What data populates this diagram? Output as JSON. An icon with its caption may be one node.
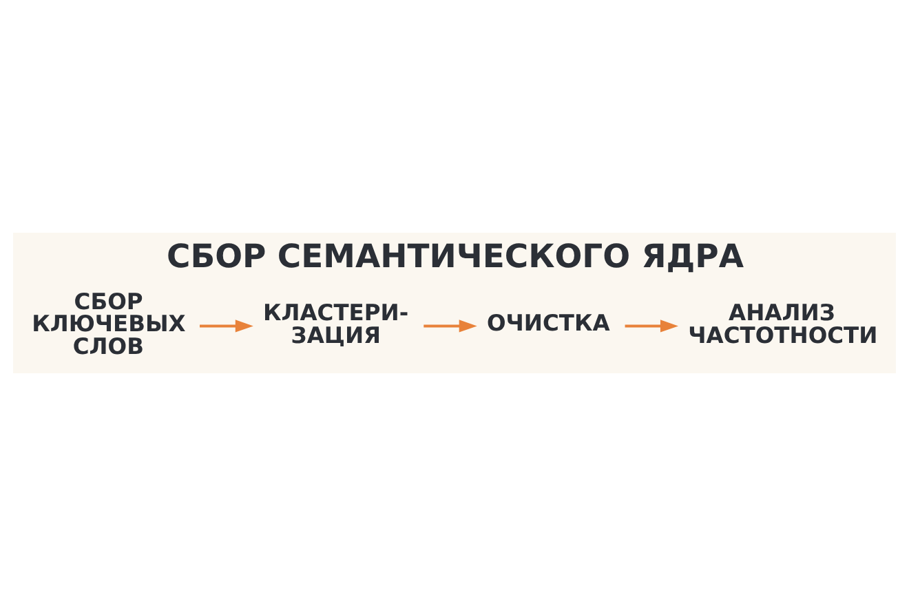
{
  "diagram": {
    "title": "СБОР СЕМАНТИЧЕСКОГО ЯДРА",
    "nodes": [
      {
        "text": [
          "СБОР КЛЮЧЕВЫХ СЛОВ"
        ]
      },
      {
        "text": [
          "КЛАСТЕРИ- ЗАЦИЯ"
        ]
      },
      {
        "text": [
          "ОЧИСТКА"
        ]
      },
      {
        "text": [
          "АНАЛИЗ ЧАСТОТНОСТИ"
        ]
      }
    ],
    "edges": [
      {
        "from": 0,
        "to": 1,
        "arrow": "to"
      },
      {
        "from": 1,
        "to": 2,
        "arrow": "to"
      },
      {
        "from": 2,
        "to": 3,
        "arrow": "to"
      }
    ]
  }
}
